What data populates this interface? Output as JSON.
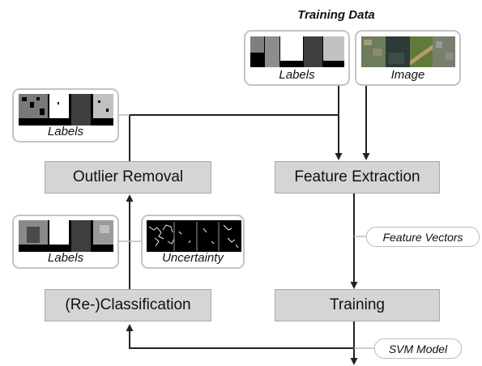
{
  "title": "Training Data",
  "training_data": {
    "labels_caption": "Labels",
    "image_caption": "Image"
  },
  "labels_top_caption": "Labels",
  "labels_mid_caption": "Labels",
  "uncertainty_caption": "Uncertainty",
  "boxes": {
    "outlier_removal": "Outlier Removal",
    "feature_extraction": "Feature Extraction",
    "reclassification": "(Re-)Classification",
    "training": "Training"
  },
  "edge_labels": {
    "feature_vectors": "Feature Vectors",
    "svm_model": "SVM Model"
  },
  "colors": {
    "box_fill": "#d5d5d5",
    "box_border": "#a9a9a9",
    "thumb_border": "#c4c4c4",
    "line": "#333333"
  }
}
